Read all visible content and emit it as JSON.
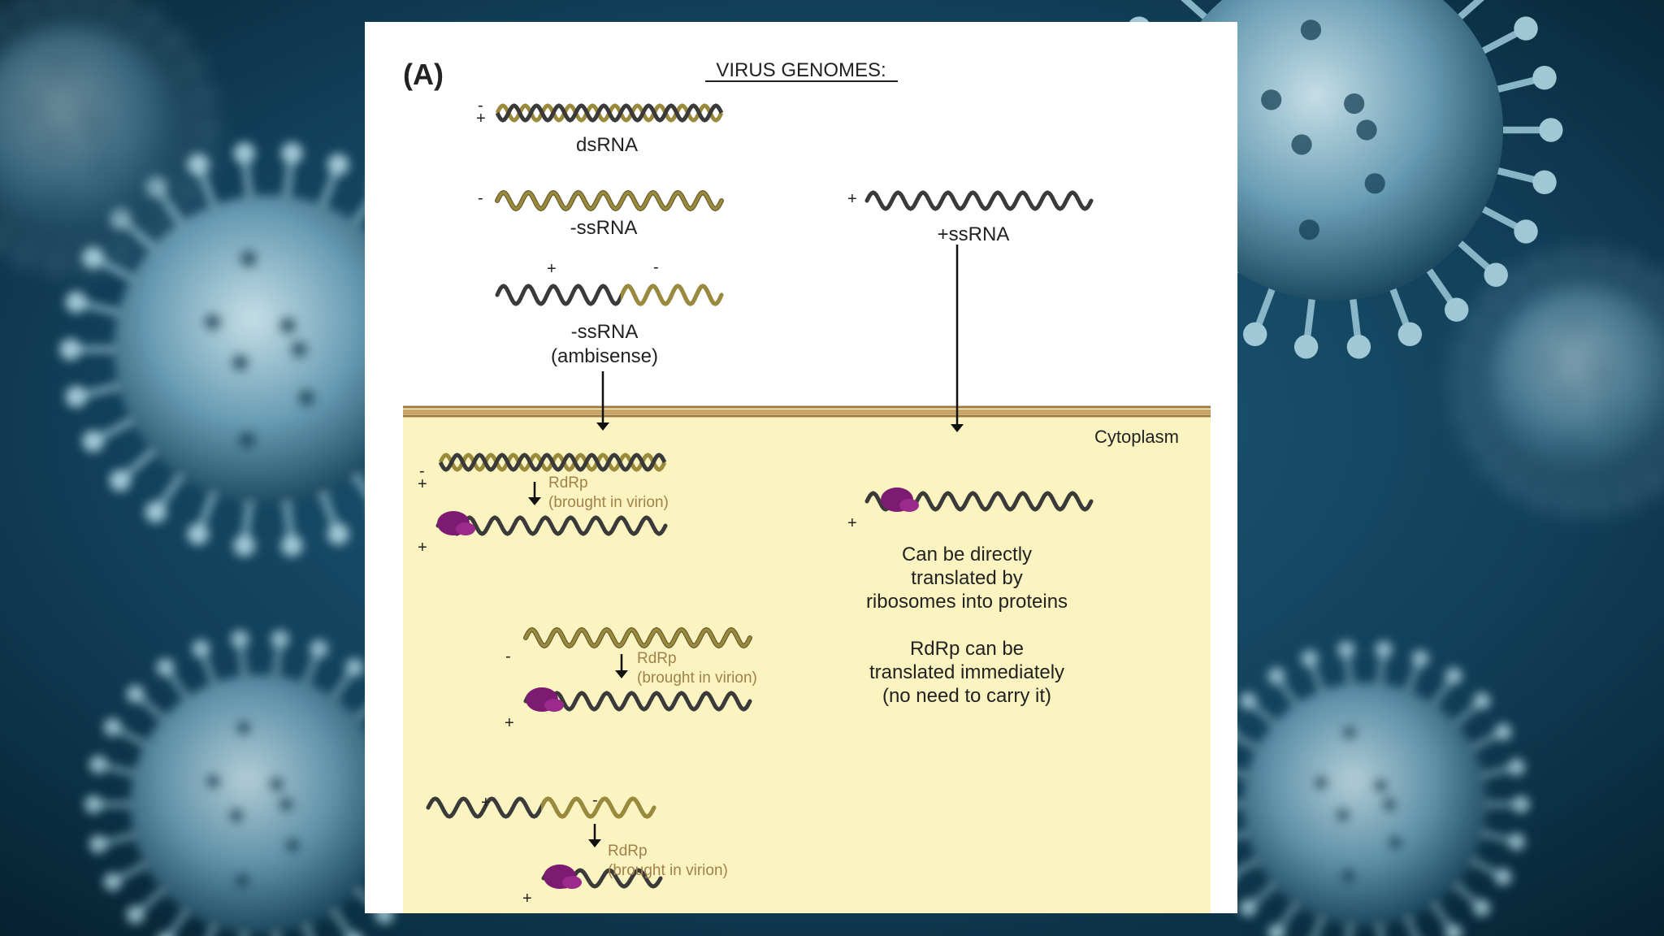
{
  "panel": {
    "panel_label": "(A)",
    "title": "VIRUS GENOMES:",
    "cytoplasm_label": "Cytoplasm"
  },
  "genomes": {
    "ds": "dsRNA",
    "neg": "-ssRNA",
    "amb_name": "-ssRNA",
    "amb_sub": "(ambisense)",
    "pos": "+ssRNA"
  },
  "rdrp": {
    "line1": "RdRp",
    "line2": "(brought in virion)"
  },
  "notes": {
    "note1": [
      "Can be directly",
      "translated by",
      "ribosomes into proteins"
    ],
    "note2": [
      "RdRp can be",
      "translated immediately",
      "(no need to carry it)"
    ]
  },
  "signs": {
    "plus": "+",
    "minus": "-"
  },
  "colors": {
    "cytoplasm": "#fbf3c0",
    "membrane": "#c9a467",
    "strand_dark": "#3a3a3a",
    "strand_olive": "#9a8a3c",
    "ribosome": "#7d1a72",
    "rdrp_text": "#a0824a"
  }
}
